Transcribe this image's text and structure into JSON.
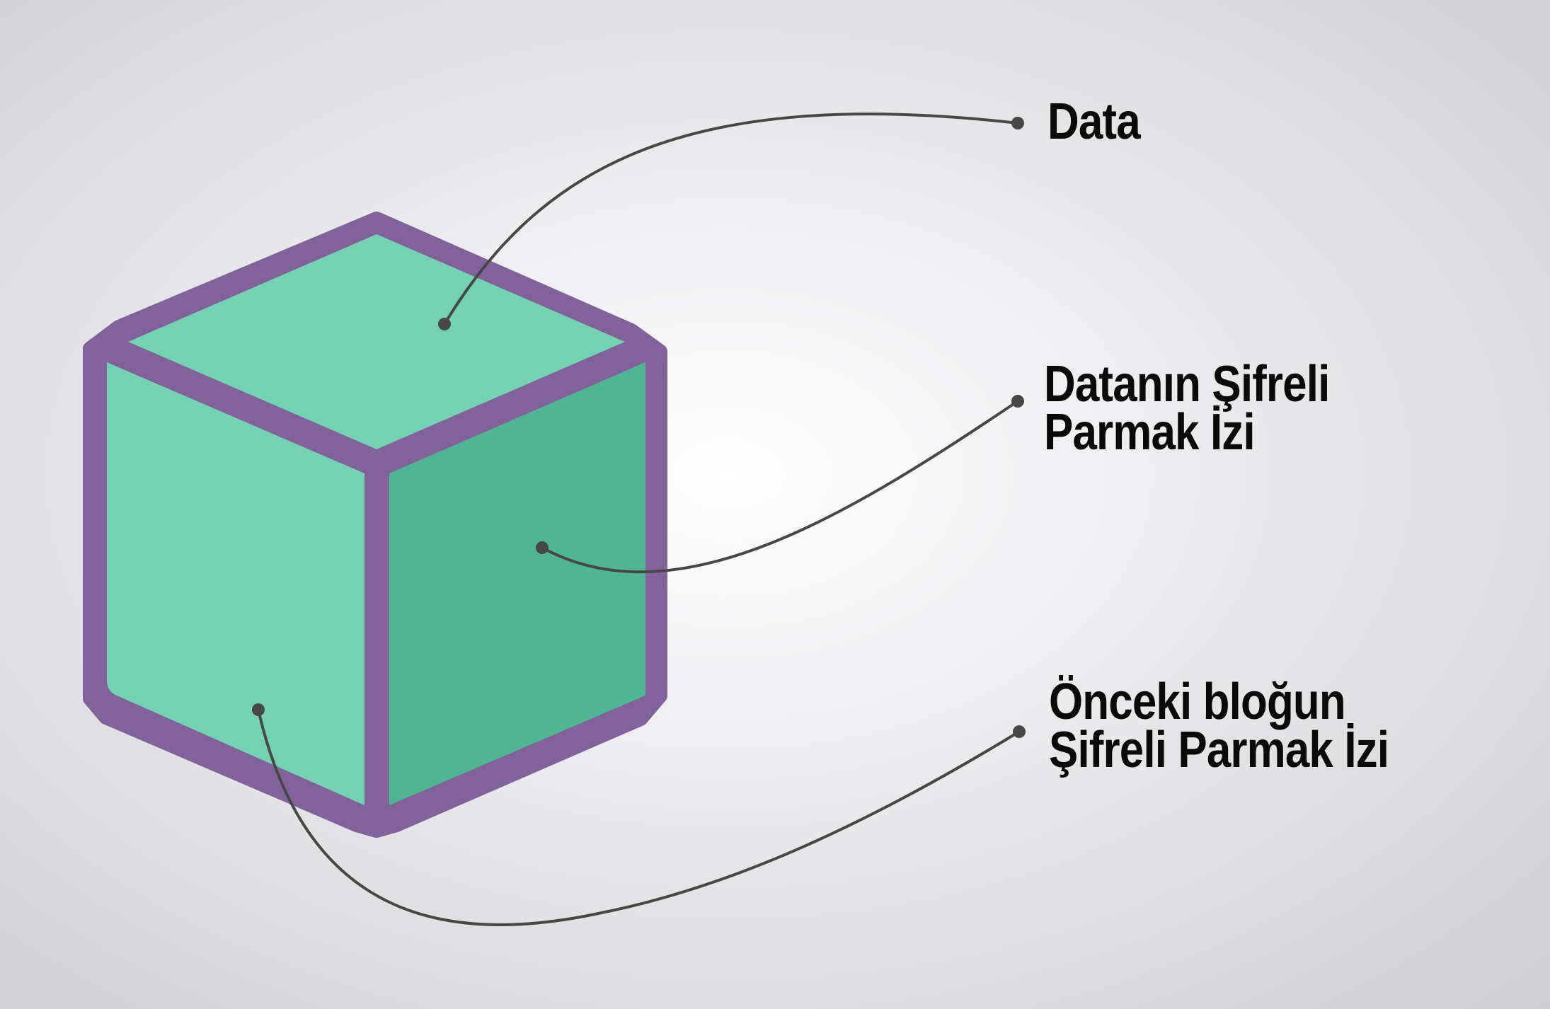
{
  "labels": {
    "data": "Data",
    "hash_line1": "Datanın Şifreli",
    "hash_line2": "Parmak İzi",
    "prev_line1": "Önceki bloğun",
    "prev_line2": "Şifreli Parmak İzi"
  },
  "colors": {
    "background": "#e6e6e8",
    "cube_outline": "#82629a",
    "cube_top": "#74d2b2",
    "cube_left": "#74d2b2",
    "cube_right": "#50b592",
    "connector": "#474747",
    "text": "#0a0a0a"
  }
}
